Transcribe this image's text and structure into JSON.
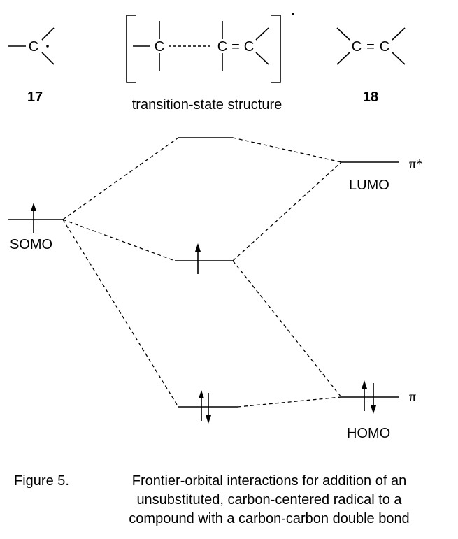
{
  "structures": {
    "radical": {
      "atom": "C",
      "number": "17"
    },
    "transition_state": {
      "atom_left": "C",
      "atom_mid": "C",
      "double_bond": "=",
      "atom_right": "C",
      "caption": "transition-state structure"
    },
    "alkene": {
      "atom_left": "C",
      "double_bond": "=",
      "atom_right": "C",
      "number": "18"
    }
  },
  "levels": {
    "somo": "SOMO",
    "lumo": "LUMO",
    "homo": "HOMO",
    "pi_star": "π*",
    "pi": "π"
  },
  "caption": {
    "figure_label": "Figure 5.",
    "line1": "Frontier-orbital interactions for addition of an",
    "line2": "unsubstituted, carbon-centered radical to a",
    "line3": "compound with a carbon-carbon double bond"
  }
}
